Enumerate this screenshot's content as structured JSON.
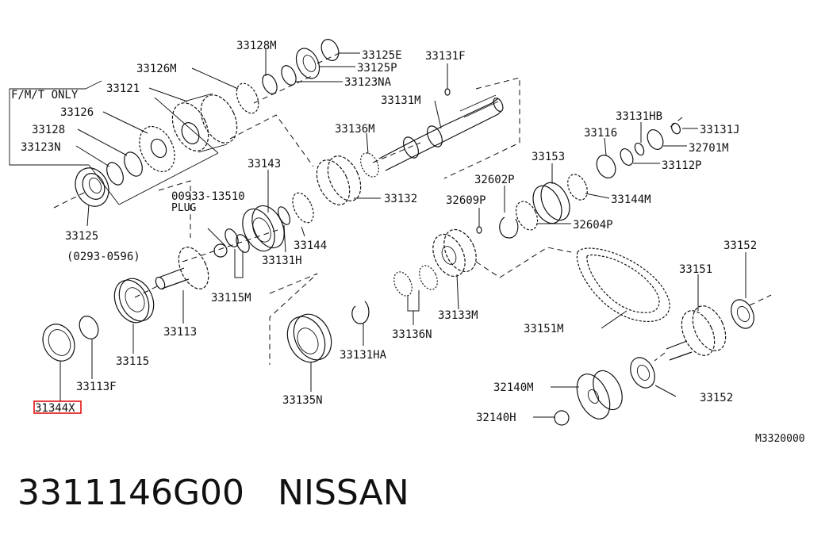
{
  "caption": {
    "part_number": "3311146G00",
    "brand": "NISSAN"
  },
  "diagram_ref": "M3320000",
  "box_label": "F/M/T ONLY",
  "plug_label": {
    "code": "00933-13510",
    "name": "PLUG"
  },
  "date_range": "(0293-0596)",
  "labels": {
    "p33128M": "33128M",
    "p33125E": "33125E",
    "p33125P": "33125P",
    "p33123NA": "33123NA",
    "p33131F": "33131F",
    "p33126M": "33126M",
    "p33121": "33121",
    "p33126": "33126",
    "p33128": "33128",
    "p33123N": "33123N",
    "p33125": "33125",
    "p33131M": "33131M",
    "p33136M": "33136M",
    "p33143": "33143",
    "p33132": "33132",
    "p33144": "33144",
    "p33131H": "33131H",
    "p33115M": "33115M",
    "p33113": "33113",
    "p33115": "33115",
    "p33113F": "33113F",
    "p31344X": "31344X",
    "p33135N": "33135N",
    "p33131HA": "33131HA",
    "p33136N": "33136N",
    "p33133M": "33133M",
    "p32609P": "32609P",
    "p32602P": "32602P",
    "p33153": "33153",
    "p32604P": "32604P",
    "p33116": "33116",
    "p33131HB": "33131HB",
    "p33131J": "33131J",
    "p32701M": "32701M",
    "p33112P": "33112P",
    "p33144M": "33144M",
    "p33152a": "33152",
    "p33151": "33151",
    "p33151M": "33151M",
    "p32140M": "32140M",
    "p32140H": "32140H",
    "p33152b": "33152"
  }
}
